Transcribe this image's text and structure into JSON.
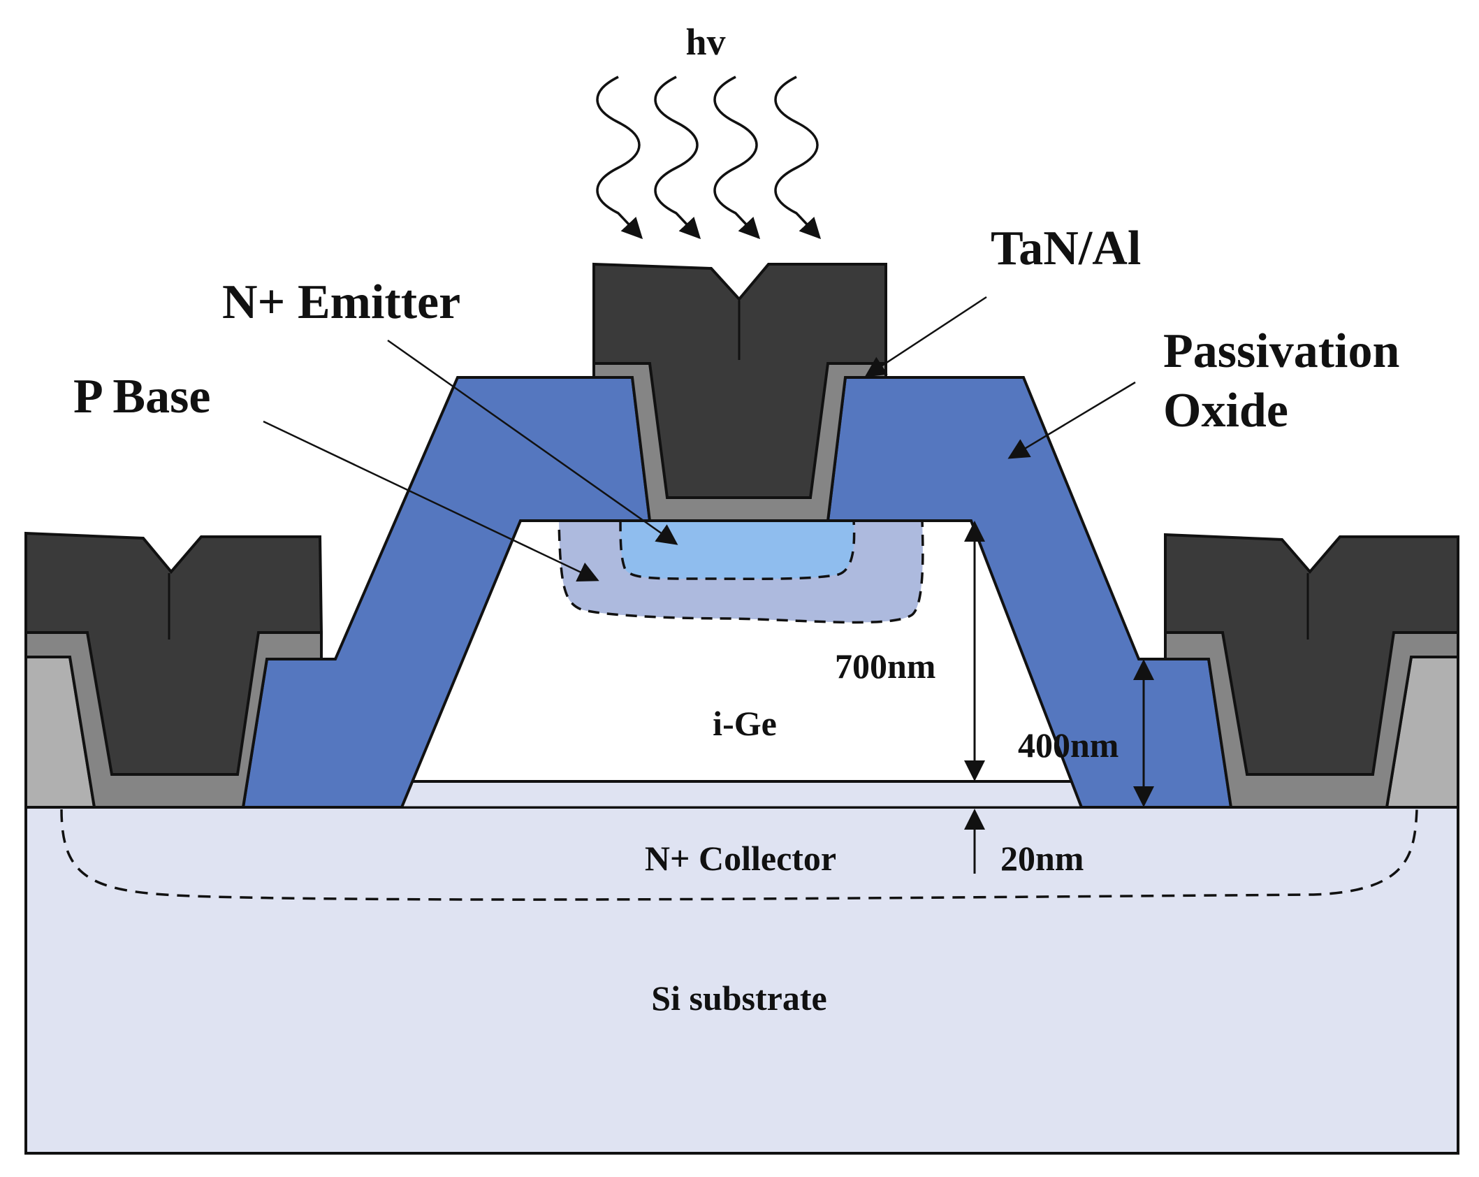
{
  "labels": {
    "light": "hv",
    "metal": "TaN/Al",
    "emitter": "N+ Emitter",
    "base": "P Base",
    "passivation_line1": "Passivation",
    "passivation_line2": "Oxide",
    "intrinsic": "i-Ge",
    "collector": "N+ Collector",
    "substrate": "Si substrate",
    "dim_mesa": "700nm",
    "dim_oxide": "400nm",
    "dim_layer": "20nm"
  },
  "colors": {
    "substrate": "#dfe3f2",
    "oxide": "#5577bf",
    "metal": "#3a3a3a",
    "barrier": "#858585",
    "liner": "#b0b0b0",
    "base": "#adbade",
    "emitter": "#8fbdee",
    "outline": "#111111"
  }
}
